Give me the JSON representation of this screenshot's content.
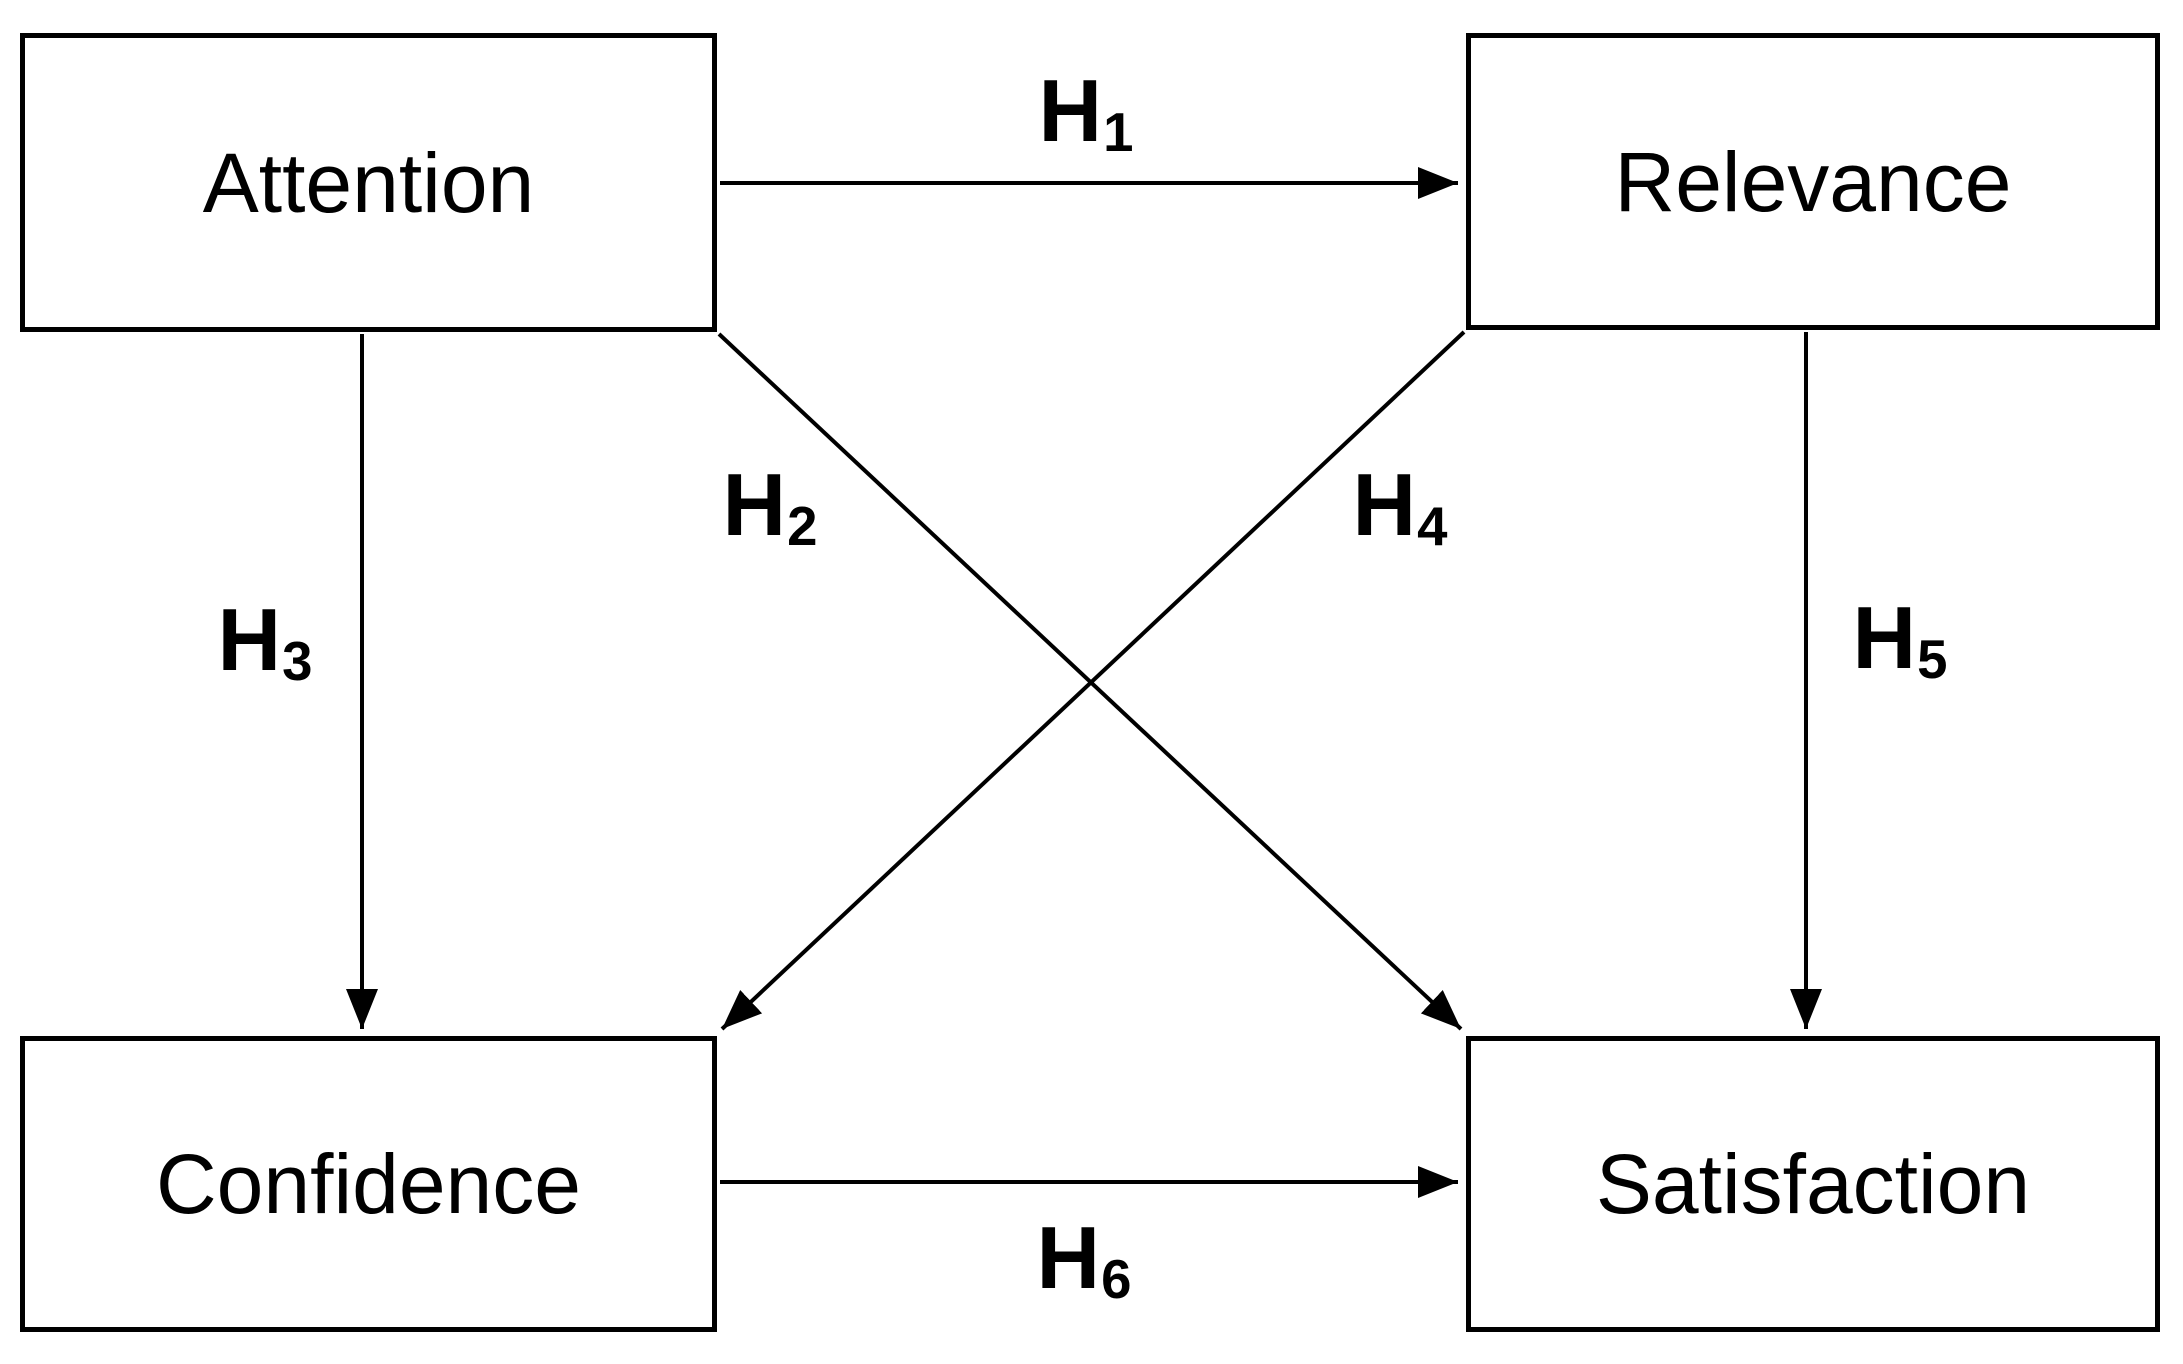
{
  "diagram": {
    "type": "path-model",
    "background_color": "#ffffff",
    "line_color": "#000000"
  },
  "nodes": [
    {
      "id": "attention",
      "label": "Attention"
    },
    {
      "id": "relevance",
      "label": "Relevance"
    },
    {
      "id": "confidence",
      "label": "Confidence"
    },
    {
      "id": "satisfaction",
      "label": "Satisfaction"
    }
  ],
  "hypotheses": [
    {
      "id": "H1",
      "label": "H",
      "subscript": "1",
      "from": "Attention",
      "to": "Relevance"
    },
    {
      "id": "H2",
      "label": "H",
      "subscript": "2",
      "from": "Attention",
      "to": "Satisfaction"
    },
    {
      "id": "H3",
      "label": "H",
      "subscript": "3",
      "from": "Attention",
      "to": "Confidence"
    },
    {
      "id": "H4",
      "label": "H",
      "subscript": "4",
      "from": "Relevance",
      "to": "Confidence"
    },
    {
      "id": "H5",
      "label": "H",
      "subscript": "5",
      "from": "Relevance",
      "to": "Satisfaction"
    },
    {
      "id": "H6",
      "label": "H",
      "subscript": "6",
      "from": "Confidence",
      "to": "Satisfaction"
    }
  ]
}
